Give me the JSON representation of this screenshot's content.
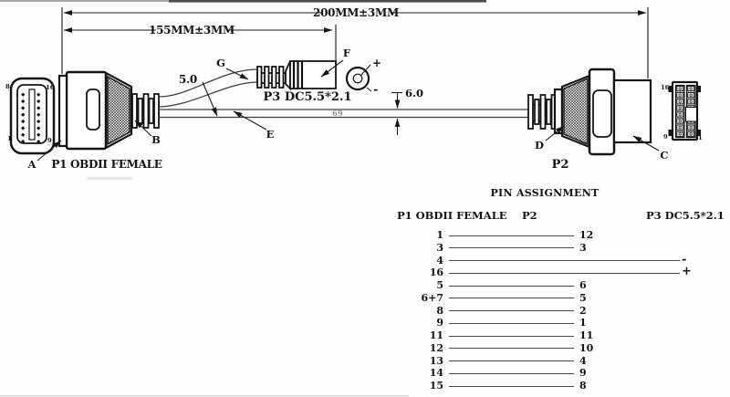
{
  "diagram": {
    "dim_200": "200MM±3MM",
    "dim_155": "155MM±3MM",
    "dim_5": "5.0",
    "dim_6": "6.0",
    "callouts": {
      "a": "A",
      "b": "B",
      "c": "C",
      "d": "D",
      "e": "E",
      "f": "F",
      "g": "G"
    },
    "p1_caption": "P1 OBDII FEMALE",
    "p2_caption": "P2",
    "p3_caption": "P3 DC5.5*2.1",
    "dc_plus": "+",
    "dc_minus": "-",
    "cable_mark": "69",
    "female_face": {
      "tl": "8",
      "tr": "16",
      "bl": "1",
      "br": "9"
    },
    "male_face": {
      "tl": "16",
      "bl": "9",
      "br": "1"
    }
  },
  "pin_table": {
    "title": "PIN ASSIGNMENT",
    "columns": {
      "p1": "P1 OBDII FEMALE",
      "p2": "P2",
      "p3": "P3 DC5.5*2.1"
    },
    "rows": [
      {
        "p1": "1",
        "p2": "12"
      },
      {
        "p1": "3",
        "p2": "3"
      },
      {
        "p1": "4",
        "p3": "-"
      },
      {
        "p1": "16",
        "p3": "+"
      },
      {
        "p1": "5",
        "p2": "6"
      },
      {
        "p1": "6+7",
        "p2": "5"
      },
      {
        "p1": "8",
        "p2": "2"
      },
      {
        "p1": "9",
        "p2": "1"
      },
      {
        "p1": "11",
        "p2": "11"
      },
      {
        "p1": "12",
        "p2": "10"
      },
      {
        "p1": "13",
        "p2": "4"
      },
      {
        "p1": "14",
        "p2": "9"
      },
      {
        "p1": "15",
        "p2": "8"
      }
    ]
  }
}
